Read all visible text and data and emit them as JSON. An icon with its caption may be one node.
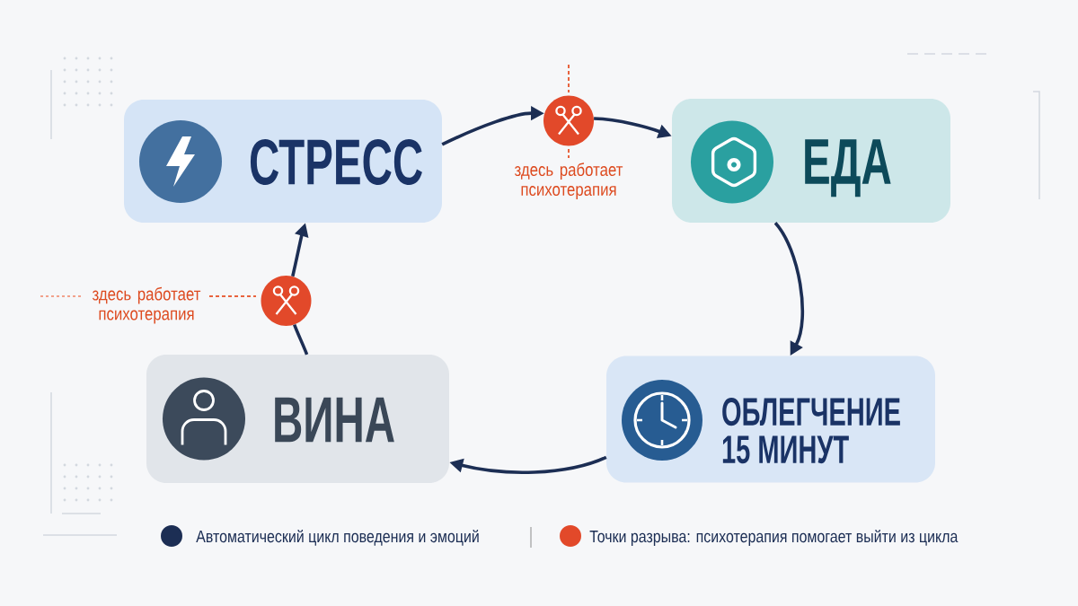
{
  "diagram": {
    "nodes": [
      {
        "text": [
          "СТРЕСС"
        ]
      },
      {
        "text": [],
        "shape": "circle",
        "beside": [
          "здесь работает психотерапия"
        ]
      },
      {
        "text": [
          "ЕДА"
        ]
      },
      {
        "text": [],
        "shape": "circle"
      },
      {
        "text": [
          "ВИНА"
        ]
      },
      {
        "text": [
          "ОБЛЕГЧЕНИЕ 15 МИНУТ"
        ]
      }
    ],
    "edges": [
      {
        "from": 0,
        "to": 1,
        "arrow": "to"
      },
      {
        "from": 1,
        "to": 2,
        "arrow": "to"
      },
      {
        "from": 2,
        "to": 5,
        "arrow": "to"
      },
      {
        "from": 5,
        "to": 4,
        "arrow": "to"
      },
      {
        "from": 4,
        "to": 3,
        "arrow": "none"
      },
      {
        "from": 3,
        "to": 0,
        "arrow": "to"
      }
    ],
    "labels": [
      "здесь работает психотерапия"
    ],
    "legend": [
      {
        "text": "Автоматический цикл поведения и эмоций",
        "color": "#1c2e54"
      },
      {
        "text": "Точки разрыва: психотерапия помогает выйти из цикла",
        "color": "#e2492a"
      }
    ]
  }
}
